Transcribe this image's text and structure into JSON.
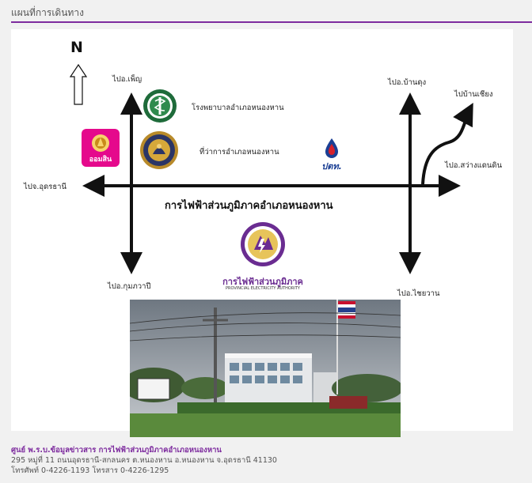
{
  "header": {
    "title": "แผนที่การเดินทาง"
  },
  "map": {
    "north": "N",
    "labels": {
      "phen": "ไปอ.เพ็ญ",
      "kumphawapi": "ไปอ.กุมภวาปี",
      "udon": "ไปจ.อุดรธานี",
      "ban_dung": "ไปอ.บ้านดุง",
      "chai_wan": "ไปอ.ไชยวาน",
      "ban_chiang": "ไปบ้านเชียง",
      "sawang_daen_din": "ไปอ.สว่างแดนดิน",
      "hospital": "โรงพยาบาลอำเภอหนองหาน",
      "district_office": "ที่ว่าการอำเภอหนองหาน",
      "main_office": "การไฟฟ้าส่วนภูมิภาคอำเภอหนองหาน"
    },
    "logos": {
      "gsb": "ออมสิน",
      "ptt": "ปตท.",
      "pea_name": "การไฟฟ้าส่วนภูมิภาค",
      "pea_en": "PROVINCIAL ELECTRICITY AUTHORITY"
    },
    "colors": {
      "gsb": "#e5098c",
      "pea": "#6a2c91",
      "ptt_blue": "#1b3f94",
      "ptt_red": "#d6202b",
      "accent": "#7d2b9e"
    },
    "icons": [
      "north-arrow-icon",
      "hospital-logo-icon",
      "district-seal-icon",
      "gsb-bank-logo-icon",
      "ptt-logo-icon",
      "pea-logo-icon"
    ]
  },
  "info": {
    "center_name": "ศูนย์ พ.ร.บ.ข้อมูลข่าวสาร การไฟฟ้าส่วนภูมิภาคอำเภอหนองหาน",
    "address": "295 หมู่ที่ 11 ถนนอุดรธานี-สกลนคร ต.หนองหาน อ.หนองหาน จ.อุดรธานี 41130",
    "phone": "โทรศัพท์ 0-4226-1193 โทรสาร 0-4226-1295"
  }
}
